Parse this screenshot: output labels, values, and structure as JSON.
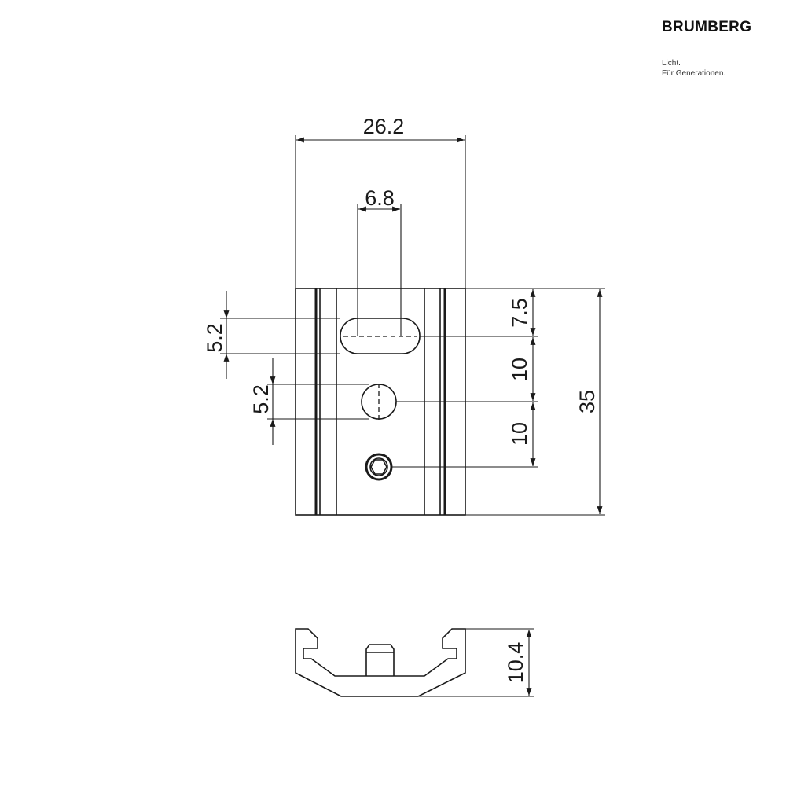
{
  "brand": {
    "name": "BRUMBERG",
    "tagline_1": "Licht.",
    "tagline_2": "Für Generationen."
  },
  "dimensions": {
    "overall_width": "26.2",
    "slot_width": "6.8",
    "slot_height": "5.2",
    "hole_diameter": "5.2",
    "top_to_slot": "7.5",
    "slot_to_hole": "10",
    "hole_to_screw": "10",
    "overall_height": "35",
    "profile_height": "10.4"
  }
}
